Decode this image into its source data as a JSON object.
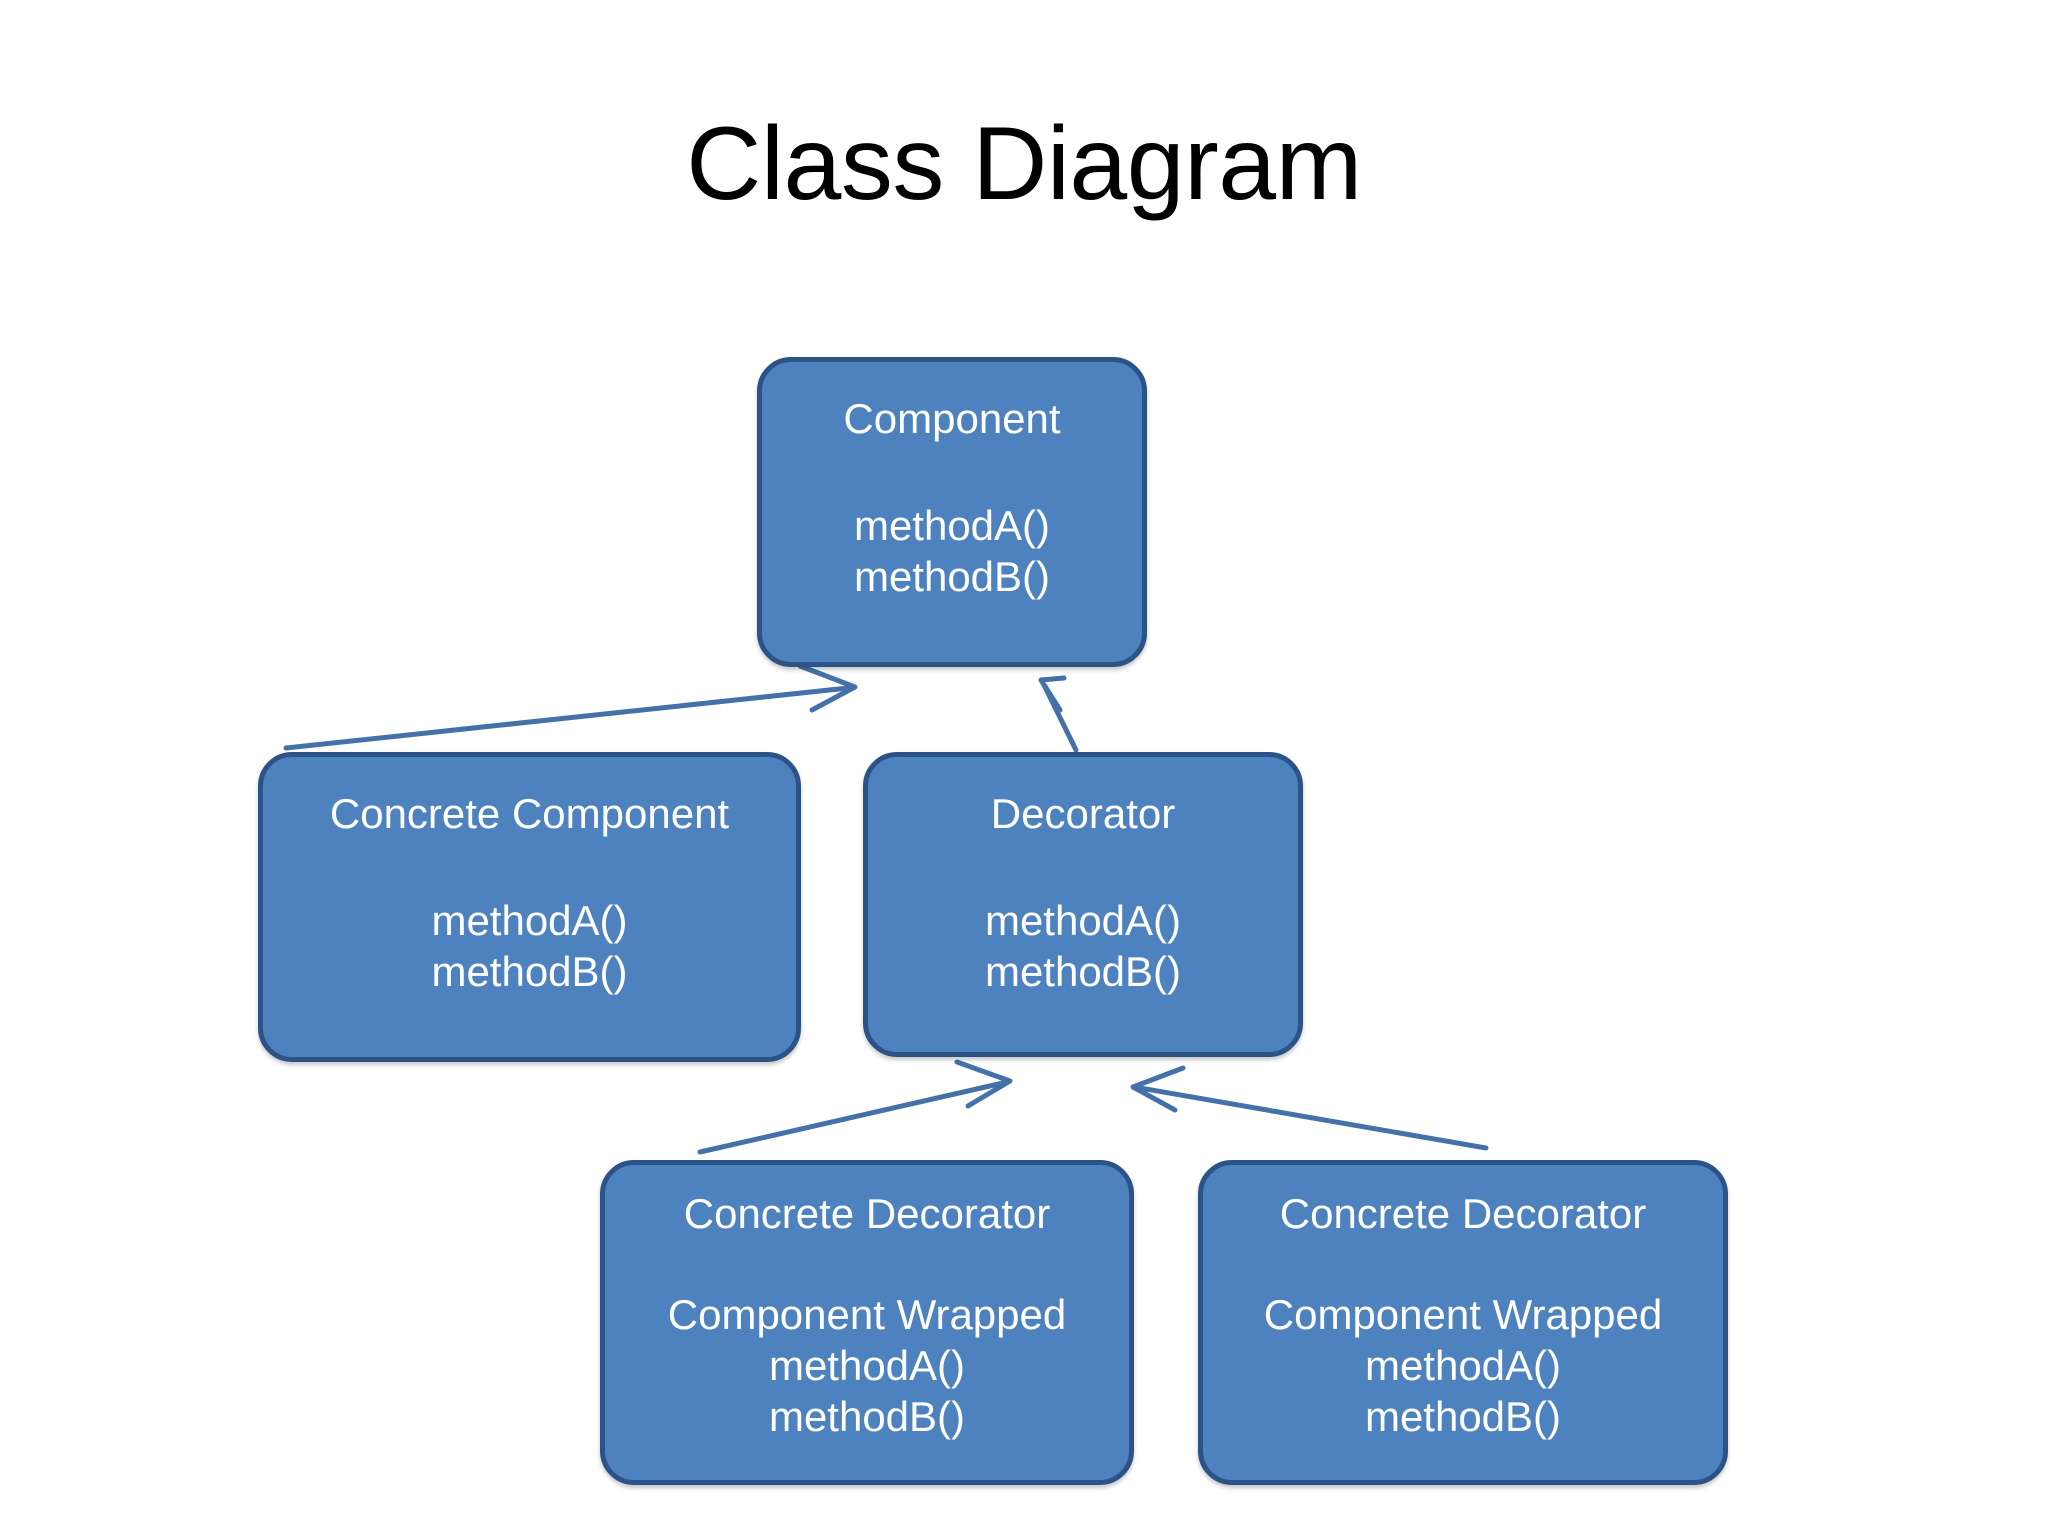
{
  "slide": {
    "title": "Class Diagram",
    "background_color": "#FFFFFF",
    "title_color": "#000000"
  },
  "theme": {
    "node_fill": "#4D82BE",
    "node_border": "#2C5387",
    "node_text": "#FFFFFF",
    "connector_color": "#4472A8"
  },
  "nodes": {
    "component": {
      "name": "Component",
      "operations": [
        "methodA()",
        "methodB()"
      ]
    },
    "concrete_component": {
      "name": "Concrete Component",
      "operations": [
        "methodA()",
        "methodB()"
      ]
    },
    "decorator": {
      "name": "Decorator",
      "operations": [
        "methodA()",
        "methodB()"
      ]
    },
    "concrete_decorator_1": {
      "name": "Concrete Decorator",
      "operations": [
        "Component Wrapped",
        "methodA()",
        "methodB()"
      ]
    },
    "concrete_decorator_2": {
      "name": "Concrete Decorator",
      "operations": [
        "Component Wrapped",
        "methodA()",
        "methodB()"
      ]
    }
  },
  "connectors": [
    {
      "id": "concrete-component-to-component",
      "from": "concrete_component",
      "to": "component",
      "style": "open-arrow"
    },
    {
      "id": "decorator-to-component",
      "from": "decorator",
      "to": "component",
      "style": "open-arrow"
    },
    {
      "id": "concrete-decorator-1-to-decorator",
      "from": "concrete_decorator_1",
      "to": "decorator",
      "style": "open-arrow"
    },
    {
      "id": "concrete-decorator-2-to-decorator",
      "from": "concrete_decorator_2",
      "to": "decorator",
      "style": "open-arrow"
    }
  ]
}
